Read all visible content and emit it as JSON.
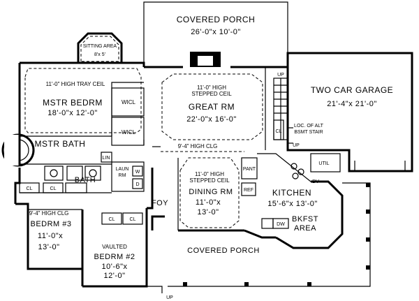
{
  "plan": {
    "covered_porch_top": {
      "name": "COVERED PORCH",
      "dims": "26'-0\"x 10'-0\""
    },
    "sitting_area": {
      "name": "SITTING AREA",
      "dims": "8'x 5'"
    },
    "master_bedroom": {
      "ceiling": "11'-0\" HIGH TRAY CEIL",
      "name": "MSTR BEDRM",
      "dims": "18'-0\"x 12'-0\""
    },
    "wicl_1": "WICL",
    "wicl_2": "WICL",
    "great_room": {
      "ceiling_1": "11'-0\" HIGH",
      "ceiling_2": "STEPPED CEIL",
      "name": "GREAT RM",
      "dims": "22'-0\"x 16'-0\""
    },
    "garage": {
      "name": "TWO CAR GARAGE",
      "dims": "21'-4\"x 21'-0\""
    },
    "up_stair": "UP",
    "cl_stair": "CL",
    "loc_alt_stair": [
      "LOC. OF ALT",
      "BSMT STAIR"
    ],
    "up_garage": "UP",
    "master_bath": "MSTR BATH",
    "lin": "LIN",
    "ceiling_foyer": "9'-4\" HIGH CLG",
    "laundry": [
      "LAUN",
      "RM"
    ],
    "w_label": "W",
    "d_label": "D",
    "bath": "BATH",
    "cl_1": "CL",
    "cl_2": "CL",
    "pantry": "PANT",
    "ref": "REF",
    "util": "UTIL",
    "dv": "DV",
    "dining_room": {
      "ceiling_1": "11'-0\" HIGH",
      "ceiling_2": "STEPPED CEIL",
      "name": "DINING RM",
      "dims_1": "11'-0\"x",
      "dims_2": "13'-0\""
    },
    "kitchen": {
      "name": "KITCHEN",
      "dims": "15'-6\"x 13'-0\""
    },
    "dw": "DW",
    "breakfast": [
      "BKFST",
      "AREA"
    ],
    "foyer": "FOY",
    "bedroom_3": {
      "ceiling": "9'-4\" HIGH CLG",
      "name": "BEDRM #3",
      "dims_1": "11'-0\"x",
      "dims_2": "13'-0\""
    },
    "cl_3": "CL",
    "cl_4": "CL",
    "bedroom_2": {
      "ceiling": "VAULTED",
      "name": "BEDRM #2",
      "dims_1": "10'-6\"x",
      "dims_2": "12'-0\""
    },
    "covered_porch_bottom": "COVERED PORCH",
    "up_porch": "UP"
  }
}
